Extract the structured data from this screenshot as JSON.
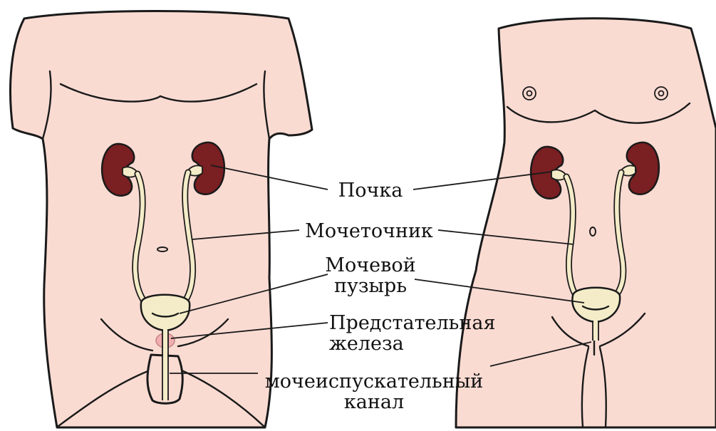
{
  "labels": {
    "kidney": "Почка",
    "ureter": "Мочеточник",
    "bladder_line1": "Мочевой",
    "bladder_line2": "пузырь",
    "prostate_line1": "Предстательная",
    "prostate_line2": "железа",
    "urethra_line1": "мочеиспускательный",
    "urethra_line2": "канал"
  },
  "colors": {
    "skin": "#fadbd2",
    "kidney": "#7a1f22",
    "bladder": "#f4ecc8",
    "prostate": "#f2aeb0"
  }
}
